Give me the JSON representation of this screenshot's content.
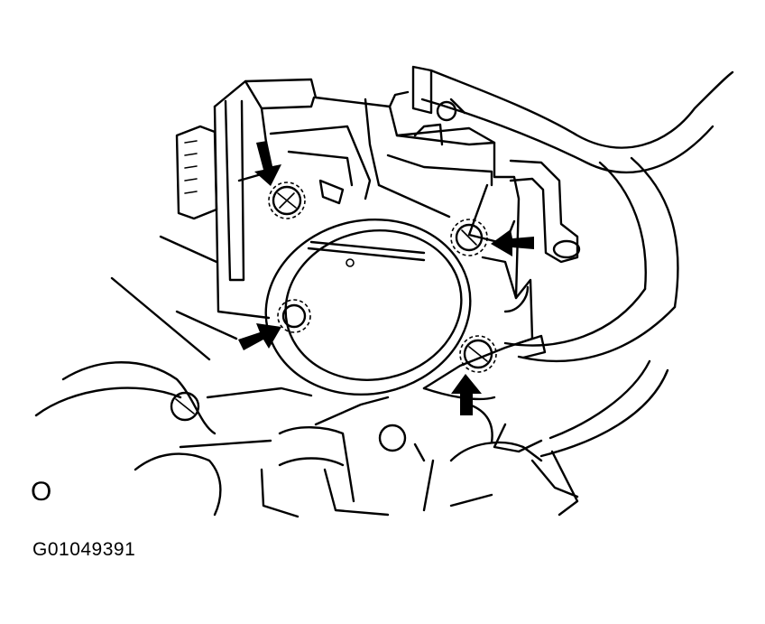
{
  "diagram": {
    "view_letter": "O",
    "figure_id": "G01049391",
    "arrows": [
      {
        "name": "arrow-upper-left-bolt",
        "target": "upper-left-bolt"
      },
      {
        "name": "arrow-right-bolt",
        "target": "right-bolt"
      },
      {
        "name": "arrow-lower-left-bolt",
        "target": "lower-left-bolt"
      },
      {
        "name": "arrow-lower-right-bolt",
        "target": "lower-right-bolt"
      }
    ]
  }
}
